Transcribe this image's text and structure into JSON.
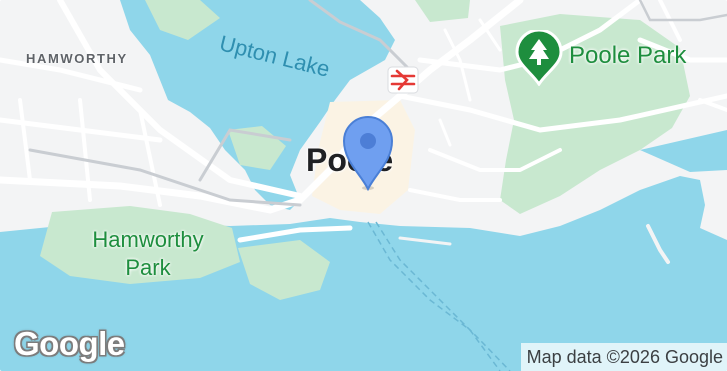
{
  "map": {
    "labels": {
      "area_hamworthy": "HAMWORTHY",
      "water_upton": "Upton Lake",
      "park_poole": "Poole Park",
      "park_hamworthy_line1": "Hamworthy",
      "park_hamworthy_line2": "Park",
      "town_poole": "Poole"
    },
    "icons": {
      "location_marker": "location-pin-icon",
      "park_marker": "tree-pin-icon",
      "station": "national-rail-icon"
    },
    "colors": {
      "water": "#8fd6ea",
      "land": "#f3f4f5",
      "park": "#c8e8cf",
      "road": "#ffffff",
      "marker": "#6f9ff0",
      "park_pin": "#1e8e3e"
    }
  },
  "branding": {
    "logo_text": "Google"
  },
  "attribution": {
    "text": "Map data ©2026 Google"
  }
}
